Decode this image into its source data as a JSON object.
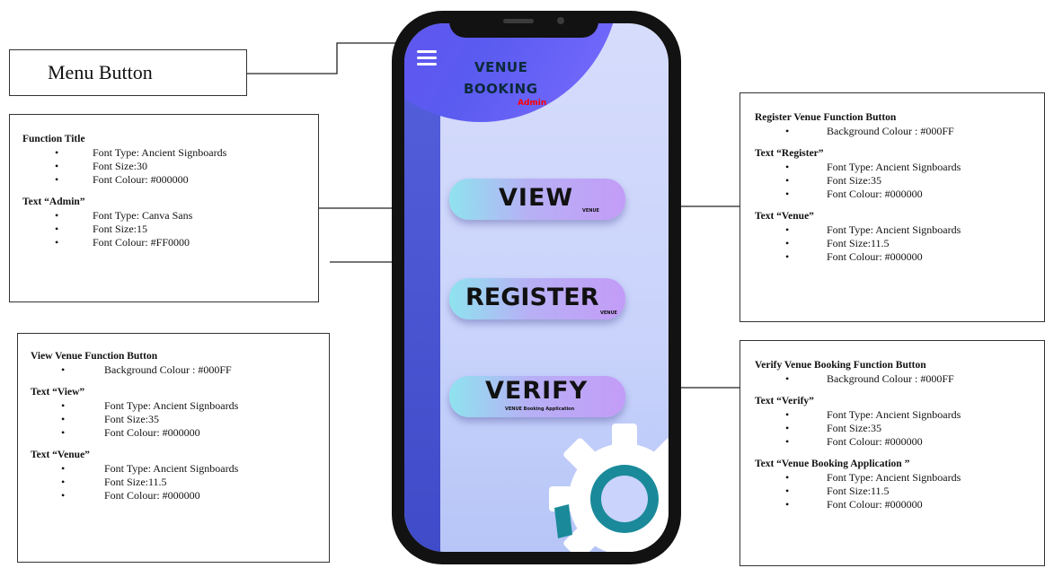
{
  "menu_callout": {
    "label": "Menu Button"
  },
  "function_title_callout": {
    "heading": "Function Title",
    "items": [
      "Font Type: Ancient Signboards",
      "Font Size:30",
      "Font Colour: #000000"
    ],
    "admin_heading": "Text “Admin”",
    "admin_items": [
      "Font Type: Canva Sans",
      "Font Size:15",
      "Font Colour: #FF0000"
    ]
  },
  "view_callout": {
    "heading": "View Venue Function Button",
    "bg_items": [
      "Background Colour : #000FF"
    ],
    "text_heading": "Text “View”",
    "text_items": [
      "Font Type: Ancient Signboards",
      "Font Size:35",
      "Font Colour: #000000"
    ],
    "sub_heading": "Text “Venue”",
    "sub_items": [
      "Font Type: Ancient Signboards",
      "Font Size:11.5",
      "Font Colour: #000000"
    ]
  },
  "register_callout": {
    "heading": "Register Venue Function Button",
    "bg_items": [
      "Background Colour : #000FF"
    ],
    "text_heading": "Text “Register”",
    "text_items": [
      "Font Type: Ancient Signboards",
      "Font Size:35",
      "Font Colour: #000000"
    ],
    "sub_heading": "Text “Venue”",
    "sub_items": [
      "Font Type: Ancient Signboards",
      "Font Size:11.5",
      "Font Colour: #000000"
    ]
  },
  "verify_callout": {
    "heading": "Verify Venue Booking Function Button",
    "bg_items": [
      "Background Colour : #000FF"
    ],
    "text_heading": "Text “Verify”",
    "text_items": [
      "Font Type: Ancient Signboards",
      "Font Size:35",
      "Font Colour: #000000"
    ],
    "sub_heading": "Text “Venue Booking Application ”",
    "sub_items": [
      "Font Type: Ancient Signboards",
      "Font Size:11.5",
      "Font Colour: #000000"
    ]
  },
  "phone_screen": {
    "title_line1": "VENUE",
    "title_line2": "BOOKING",
    "admin": "Admin",
    "view_label": "VIEW",
    "view_sub": "VENUE",
    "register_label": "REGISTER",
    "register_sub": "VENUE",
    "verify_label": "VERIFY",
    "verify_sub": "VENUE Booking Application"
  },
  "colors": {
    "screen_background": "#c9d3fb",
    "header_blob": "#6a4ef0",
    "side_strip": "#4a55d4",
    "admin_text": "#ff0000",
    "gear_teal": "#1a8a9a"
  }
}
